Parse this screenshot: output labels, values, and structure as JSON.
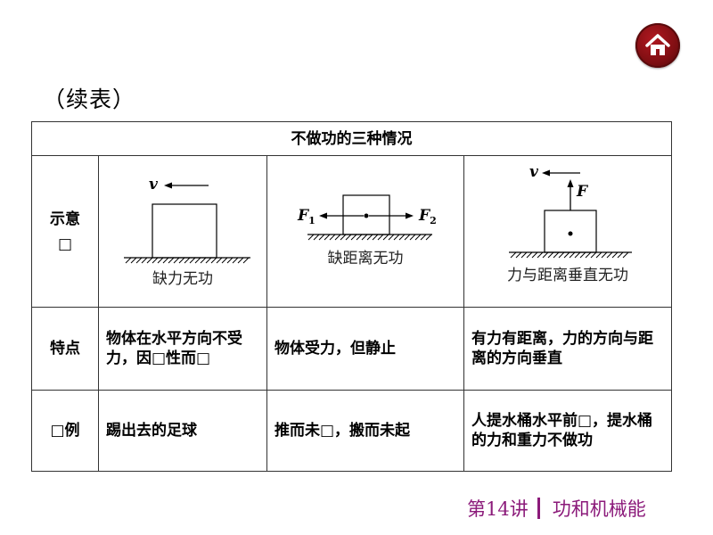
{
  "continued_label": "（续表）",
  "table": {
    "title": "不做功的三种情况",
    "rows": [
      {
        "header": "示意\n□",
        "diagrams": [
          {
            "velocity_label": "v",
            "caption": "缺力无功"
          },
          {
            "force1_label": "F",
            "force1_sub": "1",
            "force2_label": "F",
            "force2_sub": "2",
            "caption": "缺距离无功"
          },
          {
            "velocity_label": "v",
            "force_label": "F",
            "caption": "力与距离垂直无功"
          }
        ]
      },
      {
        "header": "特点",
        "cells": [
          "物体在水平方向不受力，因□性而□",
          "物体受力，但静止",
          "有力有距离，力的方向与距离的方向垂直"
        ]
      },
      {
        "header": "□例",
        "cells": [
          "踢出去的足球",
          "推而未□，搬而未起",
          "人提水桶水平前□，提水桶的力和重力不做功"
        ]
      }
    ]
  },
  "footer": {
    "lecture": "第14讲",
    "topic": "功和机械能"
  },
  "icons": {
    "home": "home-icon"
  },
  "colors": {
    "home_button": "#7e0e12",
    "footer_text": "#8b1a7a"
  }
}
